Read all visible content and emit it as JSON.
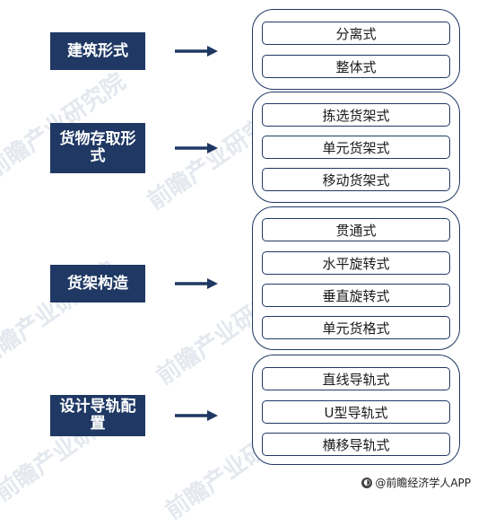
{
  "categories": [
    {
      "label": "建筑形式",
      "items": [
        "分离式",
        "整体式"
      ]
    },
    {
      "label": "货物存取形式",
      "items": [
        "拣选货架式",
        "单元货架式",
        "移动货架式"
      ]
    },
    {
      "label": "货架构造",
      "items": [
        "贯通式",
        "水平旋转式",
        "垂直旋转式",
        "单元货格式"
      ]
    },
    {
      "label": "设计导轨配置",
      "items": [
        "直线导轨式",
        "U型导轨式",
        "横移导轨式"
      ]
    }
  ],
  "watermark": "前瞻产业研究院",
  "credit": {
    "icon": "at-icon",
    "text": "@前瞻经济学人APP"
  },
  "colors": {
    "accent": "#1f3864",
    "arrow": "#1f3864"
  }
}
